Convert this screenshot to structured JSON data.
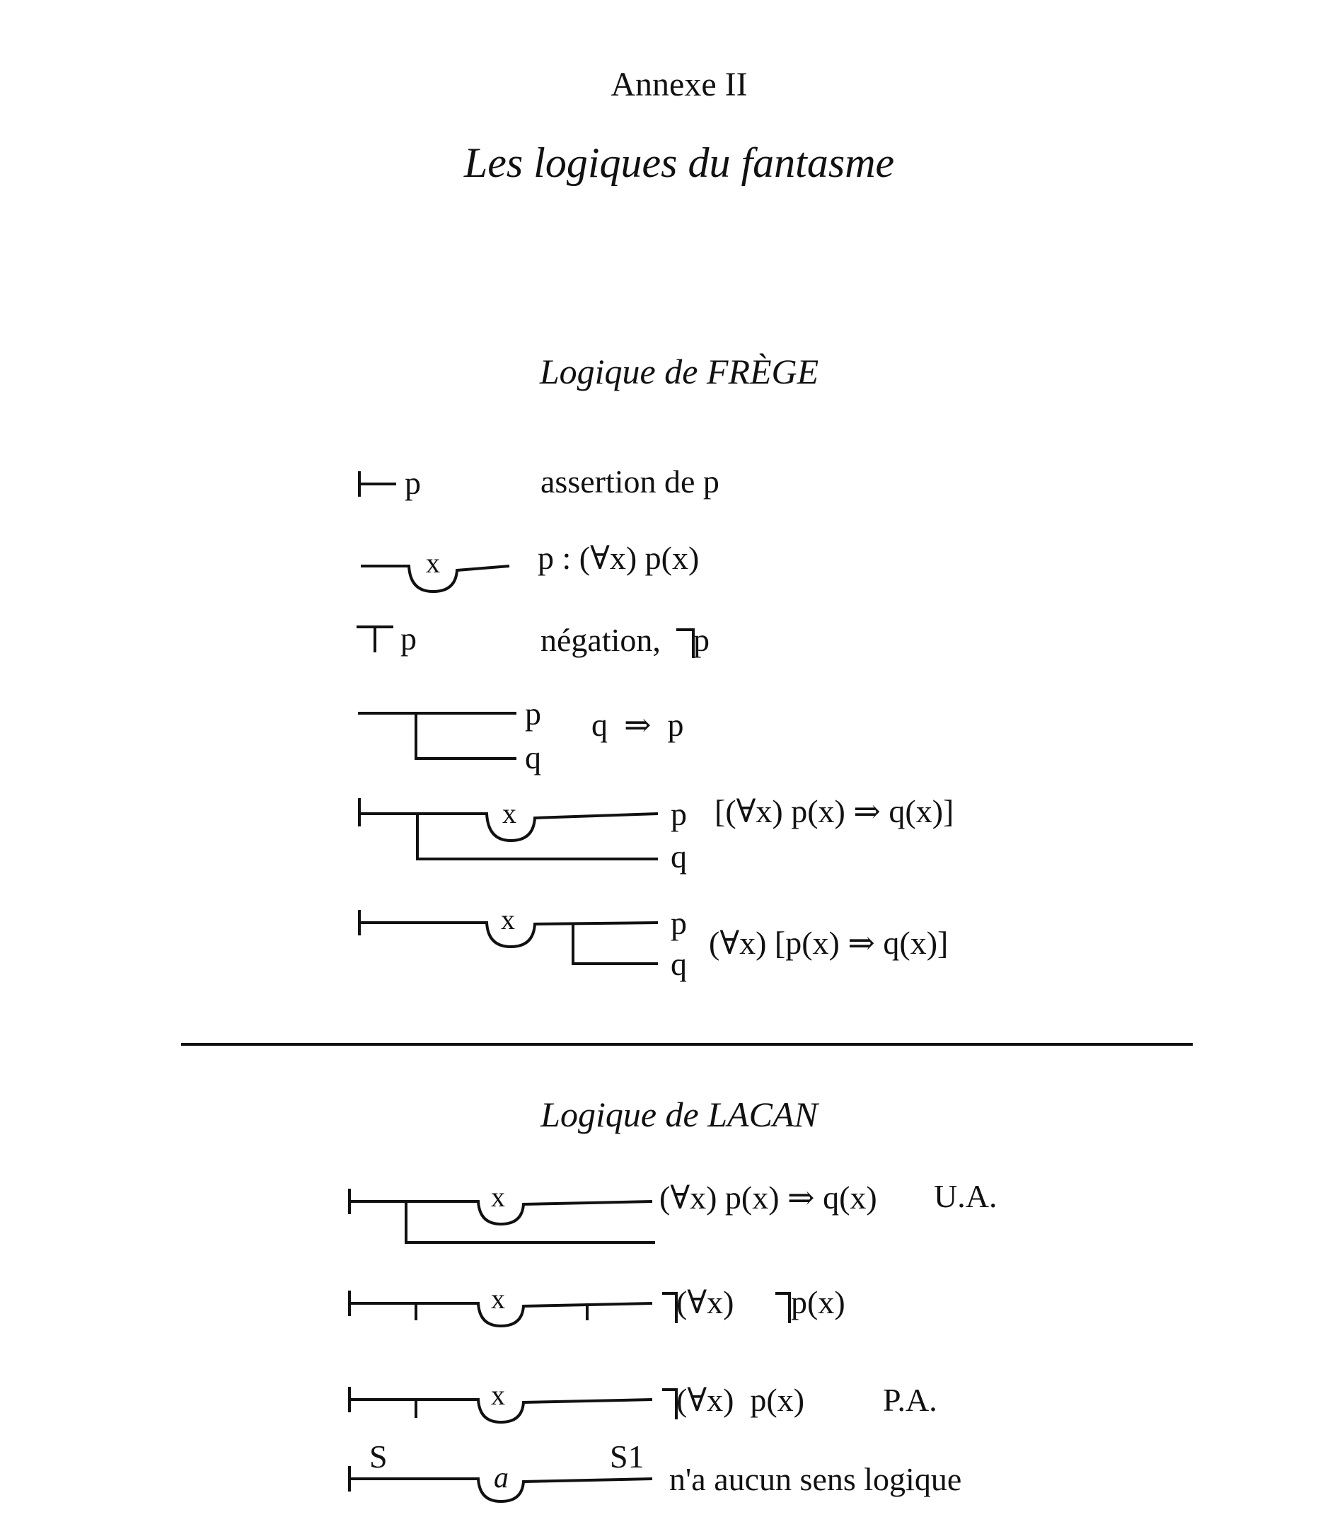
{
  "header": {
    "annex": "Annexe II",
    "title": "Les logiques du fantasme"
  },
  "frege": {
    "heading": "Logique de FRÈGE",
    "rows": [
      {
        "left": "p",
        "right": "assertion de p"
      },
      {
        "bowl_var": "x",
        "right": "p : (∀x) p(x)"
      },
      {
        "left": "p",
        "right_a": "négation,",
        "right_b": "p"
      },
      {
        "top": "p",
        "bottom": "q",
        "right": "q  ⇒  p"
      },
      {
        "bowl_var": "x",
        "top": "p",
        "bottom": "q",
        "right": "[(∀x) p(x) ⇒ q(x)]"
      },
      {
        "bowl_var": "x",
        "top": "p",
        "bottom": "q",
        "right": "(∀x) [p(x) ⇒ q(x)]"
      }
    ]
  },
  "lacan": {
    "heading": "Logique de LACAN",
    "rows": [
      {
        "bowl_var": "x",
        "formula": "(∀x) p(x) ⇒ q(x)",
        "tag": "U.A."
      },
      {
        "bowl_var": "x",
        "formula_a": "(∀x)",
        "formula_b": "p(x)"
      },
      {
        "bowl_var": "x",
        "formula": "(∀x)  p(x)",
        "tag": "P.A."
      },
      {
        "left_label": "S",
        "bowl_var": "a",
        "right_label": "S1",
        "formula": "n'a aucun sens logique"
      }
    ]
  }
}
